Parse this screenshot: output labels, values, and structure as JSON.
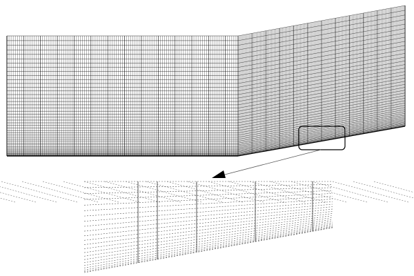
{
  "diagram": {
    "type": "computational-mesh",
    "parts": [
      "straight-channel-mesh",
      "diverging-channel-mesh",
      "zoom-highlight-box",
      "zoom-arrow",
      "magnified-mesh-detail"
    ],
    "colors": {
      "background": "#ffffff",
      "mesh_line": "#000000",
      "detail_line": "#555555",
      "arrow": "#555555"
    }
  }
}
